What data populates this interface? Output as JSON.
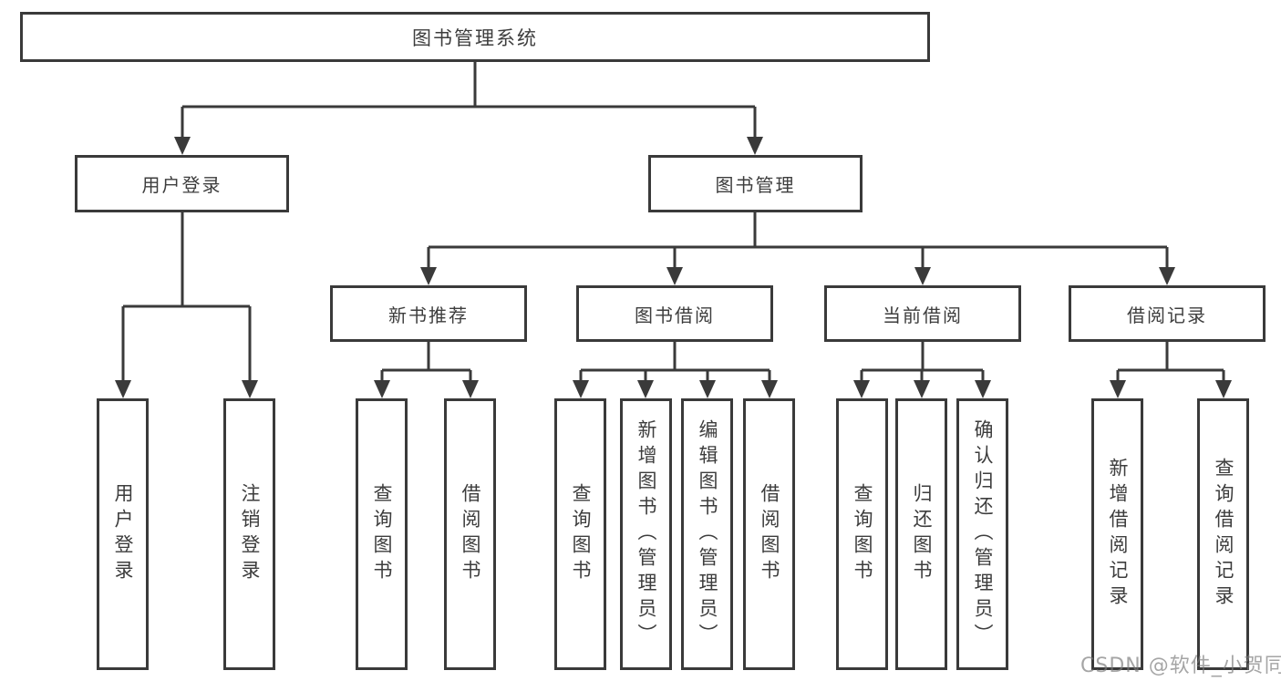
{
  "tree": {
    "root": {
      "label": "图书管理系统",
      "children": [
        {
          "label": "用户登录",
          "children": [
            {
              "label": "用户登录"
            },
            {
              "label": "注销登录"
            }
          ]
        },
        {
          "label": "图书管理",
          "children": [
            {
              "label": "新书推荐",
              "children": [
                {
                  "label": "查询图书"
                },
                {
                  "label": "借阅图书"
                }
              ]
            },
            {
              "label": "图书借阅",
              "children": [
                {
                  "label": "查询图书"
                },
                {
                  "label": "新增图书（管理员）"
                },
                {
                  "label": "编辑图书（管理员）"
                },
                {
                  "label": "借阅图书"
                }
              ]
            },
            {
              "label": "当前借阅",
              "children": [
                {
                  "label": "查询图书"
                },
                {
                  "label": "归还图书"
                },
                {
                  "label": "确认归还（管理员）"
                }
              ]
            },
            {
              "label": "借阅记录",
              "children": [
                {
                  "label": "新增借阅记录"
                },
                {
                  "label": "查询借阅记录"
                }
              ]
            }
          ]
        }
      ]
    }
  },
  "watermark": {
    "text": "CSDN @软件_小贺同学"
  },
  "colors": {
    "line": "#3a3a3a",
    "box_border": "#3a3a3a",
    "box_background": "#ffffff",
    "text": "#3d3d3d",
    "watermark": "#7a7a7a"
  }
}
